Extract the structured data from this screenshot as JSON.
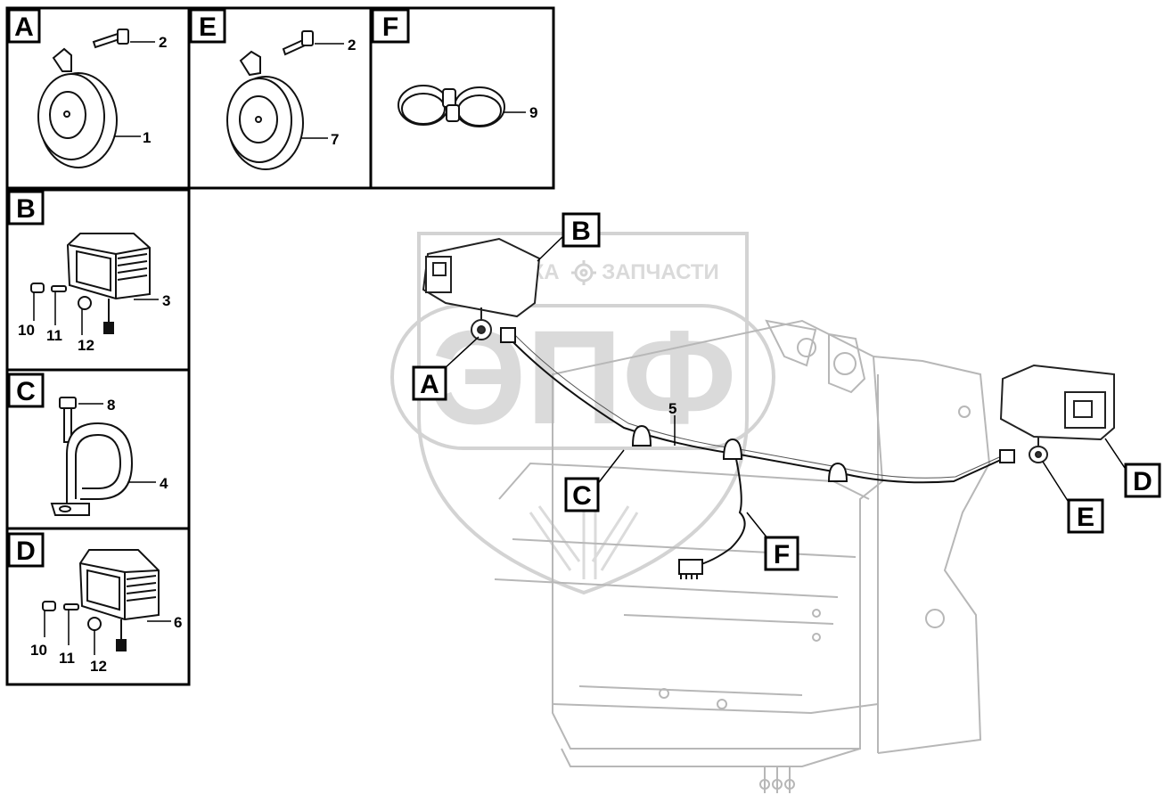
{
  "panels": {
    "A": {
      "letter": "A",
      "callouts": [
        "2",
        "1"
      ]
    },
    "E": {
      "letter": "E",
      "callouts": [
        "2",
        "7"
      ]
    },
    "F": {
      "letter": "F",
      "callouts": [
        "9"
      ]
    },
    "B": {
      "letter": "B",
      "callouts": [
        "3",
        "10",
        "11",
        "12"
      ]
    },
    "C": {
      "letter": "C",
      "callouts": [
        "8",
        "4"
      ]
    },
    "D": {
      "letter": "D",
      "callouts": [
        "6",
        "10",
        "11",
        "12"
      ]
    }
  },
  "main": {
    "tags": [
      "B",
      "A",
      "C",
      "F",
      "D",
      "E"
    ],
    "harness_callout": "5"
  },
  "watermark": {
    "line1_left": "ТЕХНИКА",
    "line1_right": "ЗАПЧАСТИ",
    "logo": "ЭПФ"
  }
}
